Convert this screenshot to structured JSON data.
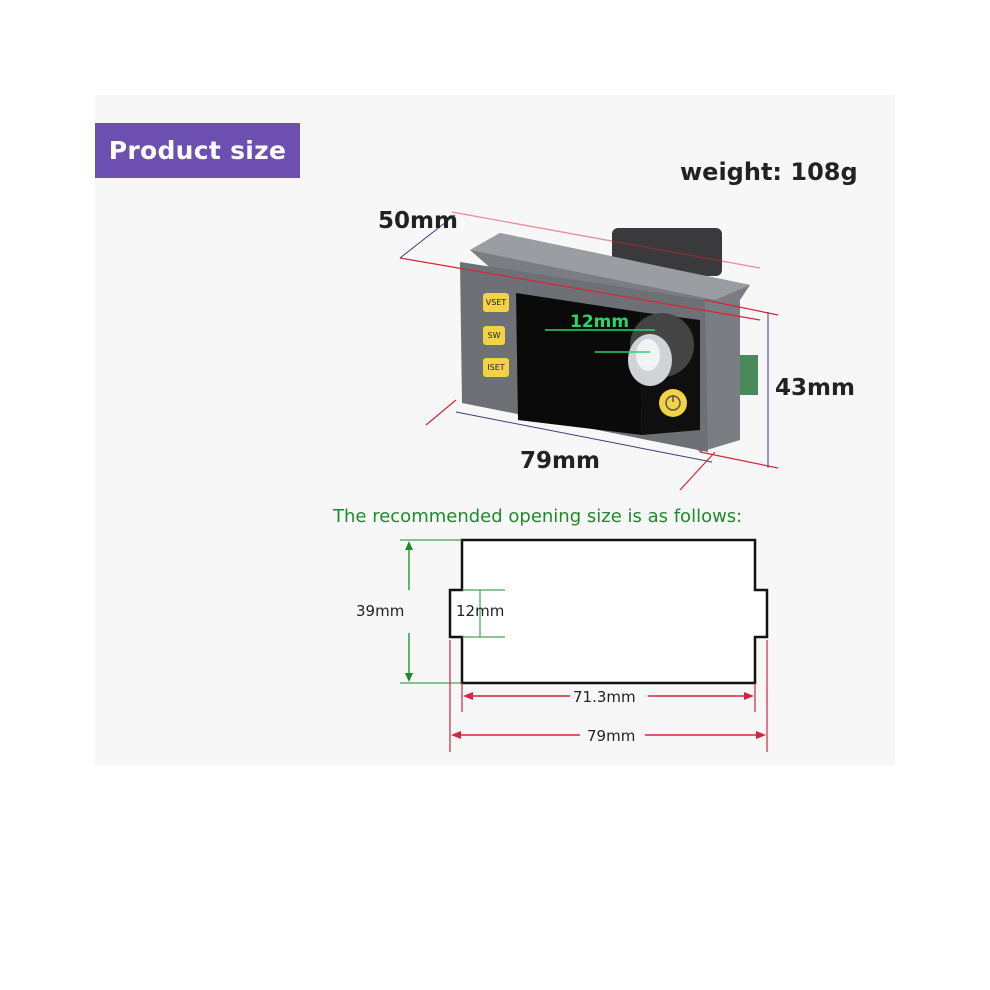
{
  "badge": {
    "text": "Product size"
  },
  "weight": {
    "text": "weight: 108g"
  },
  "dimensions": {
    "depth": "50mm",
    "height": "43mm",
    "width": "79mm",
    "knob_offset": "12mm"
  },
  "device": {
    "buttons": [
      "VSET",
      "SW",
      "ISET"
    ]
  },
  "opening": {
    "title": "The recommended opening size is as follows:",
    "height": "39mm",
    "notch": "12mm",
    "inner_width": "71.3mm",
    "outer_width": "79mm"
  },
  "colors": {
    "badge": "#6c4fb0",
    "green": "#1f8a2b",
    "red_dim": "#d6253a",
    "screen_green": "#2bd36b"
  }
}
